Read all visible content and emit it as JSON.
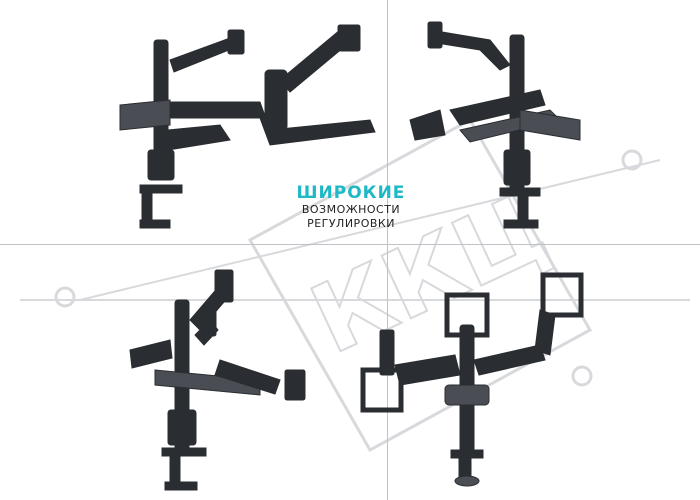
{
  "headline": {
    "title": "ШИРОКИЕ",
    "line2": "ВОЗМОЖНОСТИ",
    "line3": "РЕГУЛИРОВКИ"
  },
  "watermark": {
    "text": "ККЦ"
  },
  "colors": {
    "accent": "#1fb8c6",
    "metal": "#2a2d31",
    "metal_light": "#4a4e54",
    "divider": "#bfc3c8",
    "watermark": "#d7d9dc"
  },
  "images": [
    {
      "name": "dual-arm-extended",
      "description_icon": "monitor-arm-icon"
    },
    {
      "name": "dual-arm-folded",
      "description_icon": "monitor-arm-icon"
    },
    {
      "name": "dual-arm-stacked",
      "description_icon": "monitor-arm-icon"
    },
    {
      "name": "triple-arm",
      "description_icon": "monitor-arm-icon"
    }
  ]
}
